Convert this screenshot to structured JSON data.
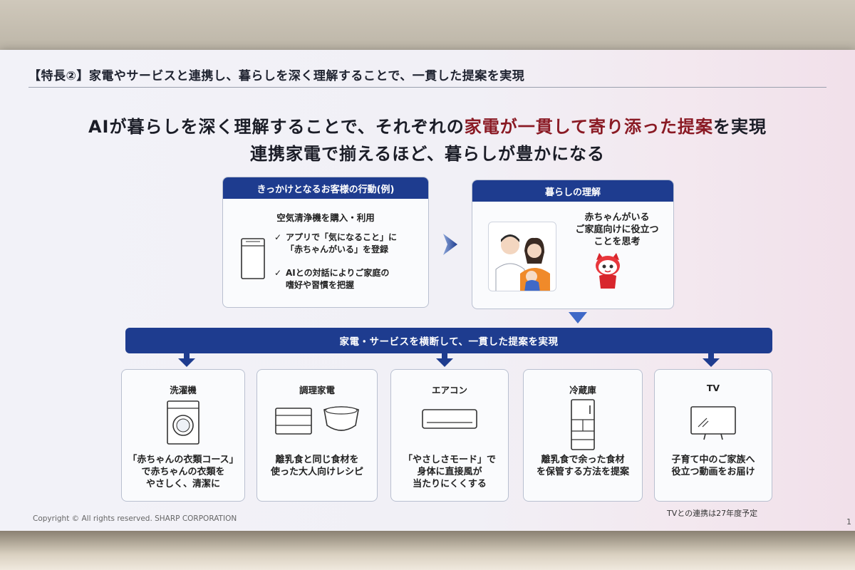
{
  "header": {
    "title": "【特長②】家電やサービスと連携し、暮らしを深く理解することで、一貫した提案を実現"
  },
  "headline": {
    "line1_prefix": "AIが暮らしを深く理解することで、それぞれの",
    "line1_accent": "家電が一貫して寄り添った提案",
    "line1_suffix": "を実現",
    "line2": "連携家電で揃えるほど、暮らしが豊かになる"
  },
  "trigger_box": {
    "title": "きっかけとなるお客様の行動(例)",
    "subtitle": "空気清浄機を購入・利用",
    "check_mark": "✓",
    "items": [
      {
        "line1": "アプリで「気になること」に",
        "line2": "「赤ちゃんがいる」を登録"
      },
      {
        "line1": "AIとの対話によりご家庭の",
        "line2": "嗜好や習慣を把握"
      }
    ]
  },
  "understanding_box": {
    "title": "暮らしの理解",
    "speech": [
      "赤ちゃんがいる",
      "ご家庭向けに役立つ",
      "ことを思考"
    ]
  },
  "banner": {
    "label": "家電・サービスを横断して、一貫した提案を実現"
  },
  "appliances": [
    {
      "title": "洗濯機",
      "icon": "washing-machine-icon",
      "desc": [
        "「赤ちゃんの衣類コース」",
        "で赤ちゃんの衣類を",
        "やさしく、清潔に"
      ]
    },
    {
      "title": "調理家電",
      "icon": "cooking-appliance-icon",
      "desc": [
        "離乳食と同じ食材を",
        "使った大人向けレシピ"
      ]
    },
    {
      "title": "エアコン",
      "icon": "air-conditioner-icon",
      "desc": [
        "「やさしさモード」で",
        "身体に直接風が",
        "当たりにくくする"
      ]
    },
    {
      "title": "冷蔵庫",
      "icon": "refrigerator-icon",
      "desc": [
        "離乳食で余った食材",
        "を保管する方法を提案"
      ]
    },
    {
      "title": "TV",
      "icon": "tv-icon",
      "desc": [
        "子育て中のご家族へ",
        "役立つ動画をお届け"
      ]
    }
  ],
  "footnote": "TVとの連携は27年度予定",
  "copyright": "Copyright © All rights reserved. SHARP CORPORATION",
  "page_number": "1",
  "colors": {
    "navy": "#1e3c8f",
    "accent_red": "#8a1a24",
    "text": "#222222"
  }
}
